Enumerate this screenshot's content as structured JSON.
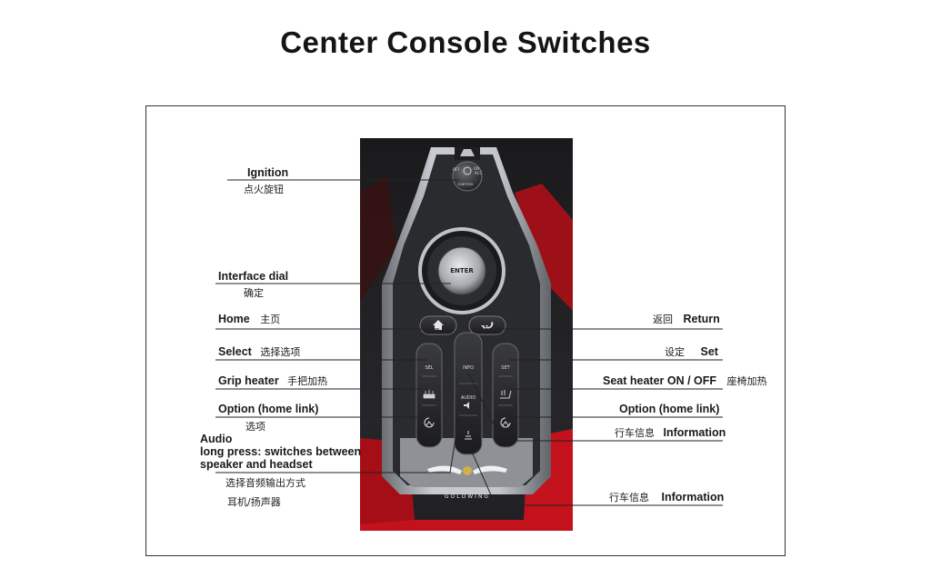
{
  "title": "Center Console Switches",
  "labels": {
    "ignition_en": "Ignition",
    "ignition_cn": "点火旋钮",
    "dial_en": "Interface dial",
    "dial_cn": "确定",
    "home_en": "Home",
    "home_cn": "主页",
    "select_en": "Select",
    "select_cn": "选择选项",
    "grip_en": "Grip heater",
    "grip_cn": "手把加热",
    "option_left_en": "Option (home link)",
    "option_left_cn": "选项",
    "audio_line1": "Audio",
    "audio_line2": "long press: switches between",
    "audio_line3": "speaker and headset",
    "audio_cn1": "选择音频输出方式",
    "audio_cn2": "耳机/扬声器",
    "return_cn": "返回",
    "return_en": "Return",
    "set_cn": "设定",
    "set_en": "Set",
    "seat_en": "Seat heater ON / OFF",
    "seat_cn": "座椅加热",
    "option_right_en": "Option (home link)",
    "info1_cn": "行车信息",
    "info1_en": "Information",
    "info2_cn": "行车信息",
    "info2_en": "Information"
  },
  "console": {
    "ignition_labels": [
      "OFF",
      "ON",
      "ACC",
      "IGNITION"
    ],
    "dial_label": "ENTER",
    "sel_label": "SEL",
    "set_label": "SET",
    "info_label": "INFO",
    "audio_label": "AUDIO",
    "brand": "GOLDWING"
  },
  "colors": {
    "accent_red": "#c3121c",
    "panel_dark": "#1d1d1f",
    "silver": "#b9bdc2"
  }
}
